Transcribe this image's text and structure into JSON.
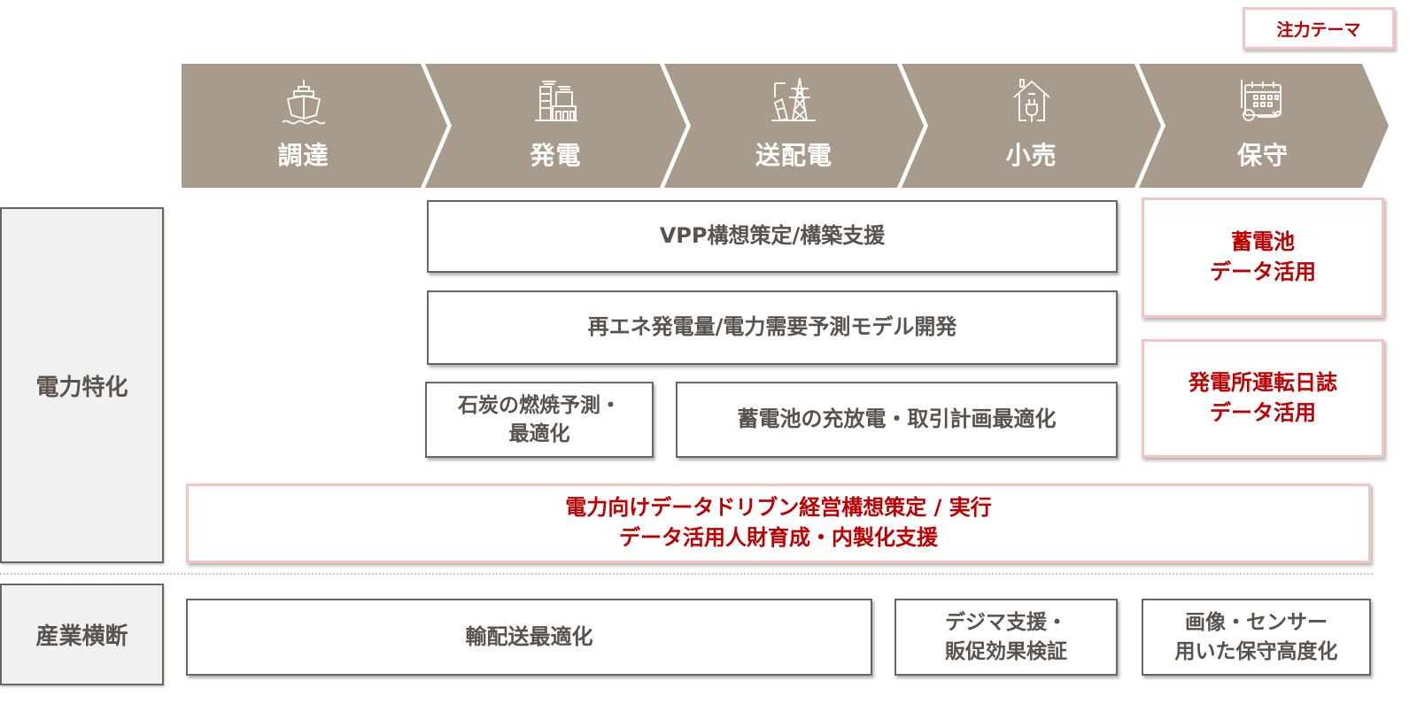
{
  "legend": {
    "label": "注力テーマ",
    "border_color": "#f3c4c4",
    "text_color": "#c00000"
  },
  "value_chain": {
    "fill_color": "#a89b8c",
    "stages": [
      {
        "label": "調達",
        "icon": "ship-icon"
      },
      {
        "label": "発電",
        "icon": "power-plant-icon"
      },
      {
        "label": "送配電",
        "icon": "transmission-tower-icon"
      },
      {
        "label": "小売",
        "icon": "house-plug-icon"
      },
      {
        "label": "保守",
        "icon": "calendar-maintenance-icon"
      }
    ]
  },
  "categories": {
    "power_specific": "電力特化",
    "cross_industry": "産業横断"
  },
  "power_themes": {
    "vpp": "VPP構想策定/構築支援",
    "forecast": "再エネ発電量/電力需要予測モデル開発",
    "coal": {
      "line1": "石炭の燃焼予測・",
      "line2": "最適化"
    },
    "battery_trade": "蓄電池の充放電・取引計画最適化",
    "battery_data": {
      "line1": "蓄電池",
      "line2": "データ活用",
      "focus": true
    },
    "plant_log": {
      "line1": "発電所運転日誌",
      "line2": "データ活用",
      "focus": true
    },
    "data_driven": {
      "line1": "電力向けデータドリブン経営構想策定 / 実行",
      "line2": "データ活用人財育成・内製化支援",
      "focus": true
    }
  },
  "cross_themes": {
    "logistics": "輸配送最適化",
    "digital_marketing": {
      "line1": "デジマ支援・",
      "line2": "販促効果検証"
    },
    "image_sensor": {
      "line1": "画像・センサー",
      "line2": "用いた保守高度化"
    }
  }
}
